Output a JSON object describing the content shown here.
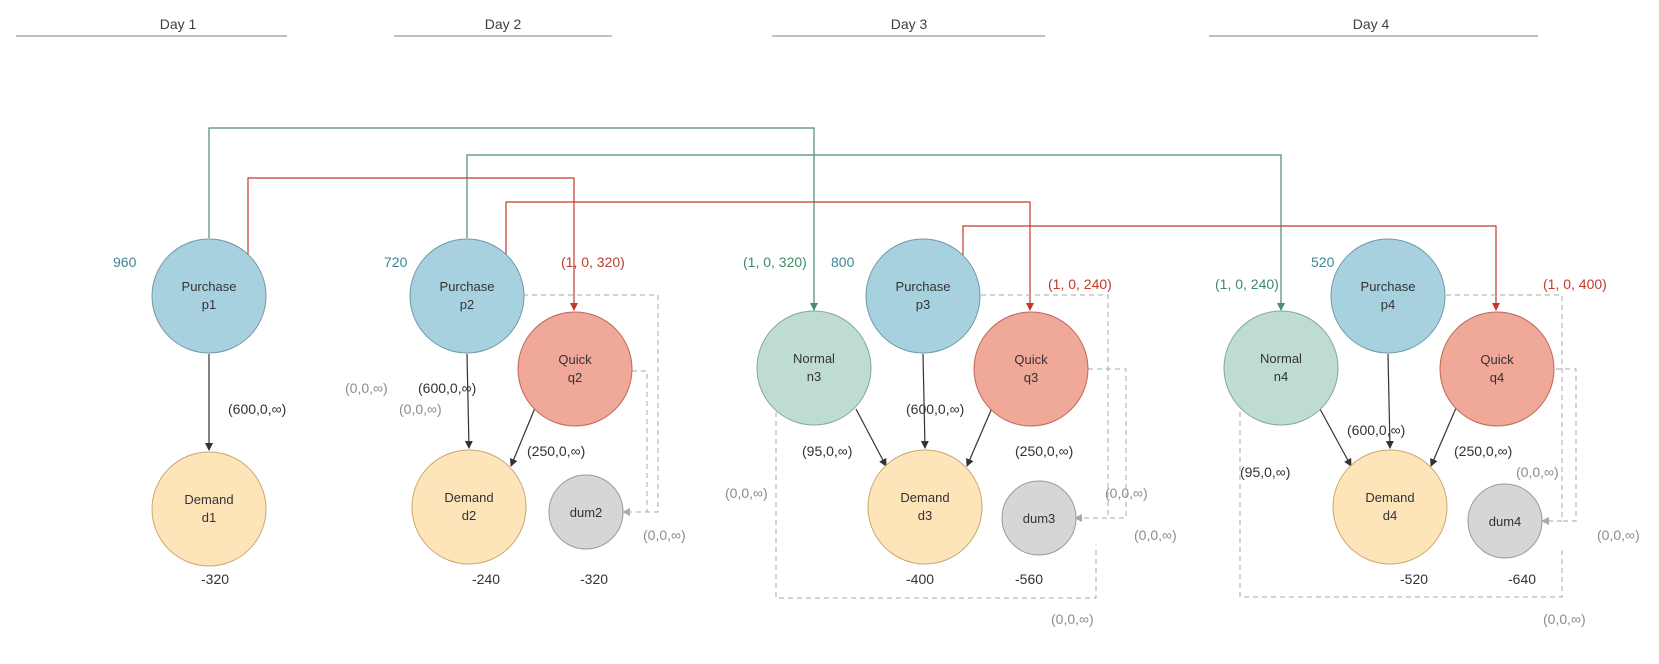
{
  "days": [
    "Day 1",
    "Day 2",
    "Day 3",
    "Day 4"
  ],
  "nodes": {
    "p1": {
      "title": "Purchase",
      "id": "p1"
    },
    "p2": {
      "title": "Purchase",
      "id": "p2"
    },
    "p3": {
      "title": "Purchase",
      "id": "p3"
    },
    "p4": {
      "title": "Purchase",
      "id": "p4"
    },
    "q2": {
      "title": "Quick",
      "id": "q2"
    },
    "q3": {
      "title": "Quick",
      "id": "q3"
    },
    "q4": {
      "title": "Quick",
      "id": "q4"
    },
    "n3": {
      "title": "Normal",
      "id": "n3"
    },
    "n4": {
      "title": "Normal",
      "id": "n4"
    },
    "d1": {
      "title": "Demand",
      "id": "d1"
    },
    "d2": {
      "title": "Demand",
      "id": "d2"
    },
    "d3": {
      "title": "Demand",
      "id": "d3"
    },
    "d4": {
      "title": "Demand",
      "id": "d4"
    },
    "dum2": {
      "title": "dum2"
    },
    "dum3": {
      "title": "dum3"
    },
    "dum4": {
      "title": "dum4"
    }
  },
  "supplies": {
    "p1": "960",
    "p2": "720",
    "p3": "800",
    "p4": "520",
    "d1": "-320",
    "d2": "-240",
    "d3": "-400",
    "d4": "-520",
    "dum2": "-320",
    "dum3": "-560",
    "dum4": "-640"
  },
  "arc_labels": {
    "p1_d1": "(600,0,∞)",
    "p2_d2": "(600,0,∞)",
    "p3_d3": "(600,0,∞)",
    "p4_d4": "(600,0,∞)",
    "q2_d2": "(250,0,∞)",
    "q3_d3": "(250,0,∞)",
    "q4_d4": "(250,0,∞)",
    "n3_d3": "(95,0,∞)",
    "n4_d4": "(95,0,∞)",
    "p1_n3": "(1, 0, 320)",
    "p2_n4": "(1, 0, 240)",
    "p1_q2": "(1, 0, 320)",
    "p2_q3": "(1, 0, 240)",
    "p3_q4": "(1, 0, 400)",
    "d2_left": "(0,0,∞)",
    "d2_low": "(0,0,∞)",
    "dum2": "(0,0,∞)",
    "n3_left": "(0,0,∞)",
    "q3_dum3": "(0,0,∞)",
    "dum3_right": "(0,0,∞)",
    "dum3_bottom": "(0,0,∞)",
    "q4_dum4": "(0,0,∞)",
    "dum4_right": "(0,0,∞)",
    "dum4_bottom": "(0,0,∞)"
  },
  "colors": {
    "purchase": "#a8d1df",
    "purchase_stroke": "#6f9aa8",
    "quick": "#f0a898",
    "quick_stroke": "#c06655",
    "normal": "#bfdcd0",
    "normal_stroke": "#86a898",
    "demand": "#fde5b9",
    "demand_stroke": "#caa870",
    "dummy": "#d6d6d6",
    "dummy_stroke": "#9a9a9a",
    "green_arc": "#4a8d6f",
    "red_arc": "#c0392b",
    "black_arc": "#333333",
    "dashed_arc": "#a8a8a8"
  }
}
